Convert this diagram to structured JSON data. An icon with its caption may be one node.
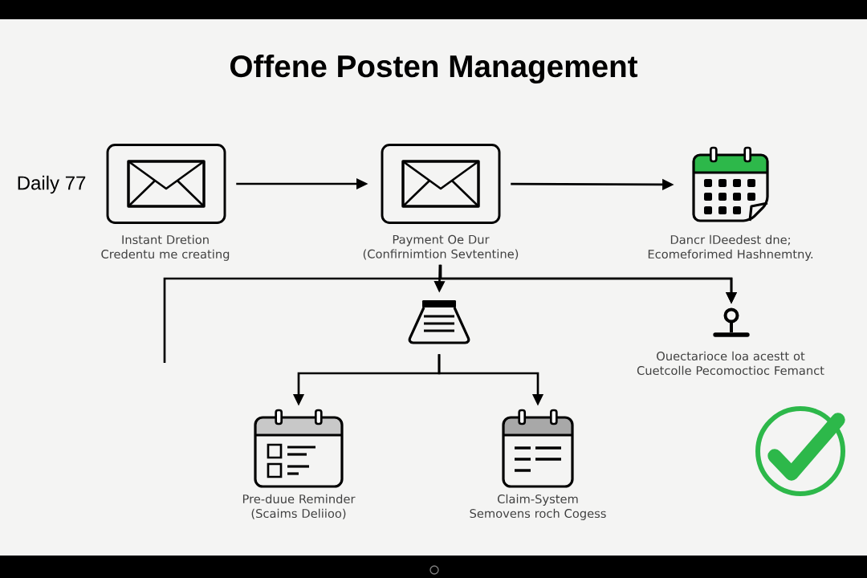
{
  "diagram": {
    "title": "Offene Posten Management",
    "nodes": [
      {
        "text": [],
        "shape": "box",
        "beside": [
          "Instant Dretion Credentu me creating"
        ]
      },
      {
        "text": [],
        "shape": "box",
        "beside": [
          "Payment Oe Dur (Confirnimtion Sevtentine)"
        ]
      },
      {
        "text": [],
        "shape": "calendar",
        "beside": [
          "Dancr lDeedest dne; Ecomeforimed Hashnemtny."
        ]
      },
      {
        "text": [],
        "shape": "flask"
      },
      {
        "text": [],
        "shape": "pin",
        "beside": [
          "Ouectarioce loa acestt ot Cuetcolle Pecomoctioc Femanct"
        ]
      },
      {
        "text": [],
        "shape": "calendar",
        "beside": [
          "Pre-duue Reminder (Scaims Deliioo)"
        ]
      },
      {
        "text": [],
        "shape": "calendar",
        "beside": [
          "Claim-System Semovens roch Cogess"
        ]
      }
    ],
    "edges": [
      {
        "from": 0,
        "to": 1,
        "arrow": "to"
      },
      {
        "from": 1,
        "to": 2,
        "arrow": "to"
      },
      {
        "from": 1,
        "to": 3,
        "arrow": "to"
      },
      {
        "from": 1,
        "to": 4,
        "arrow": "to"
      },
      {
        "from": null,
        "to": 4,
        "arrow": "to"
      },
      {
        "from": 3,
        "to": 5,
        "arrow": "to"
      },
      {
        "from": 3,
        "to": 6,
        "arrow": "to"
      }
    ],
    "labels": [
      "Daily 77"
    ]
  }
}
